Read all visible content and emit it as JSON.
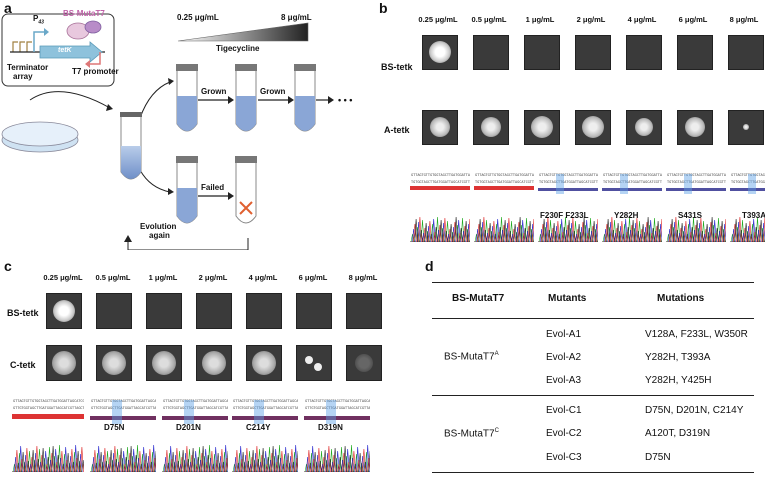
{
  "panel_a": {
    "label": "a",
    "p43": "P",
    "p43_sub": "43",
    "bs_mutat7": "BS-MutaT7",
    "tetk": "tetK",
    "terminator": "Terminator",
    "array": "array",
    "t7": "T7 promoter",
    "conc_low": "0.25 μg/mL",
    "conc_high": "8 μg/mL",
    "tigecycline": "Tigecycline",
    "grown1": "Grown",
    "grown2": "Grown",
    "failed": "Failed",
    "dots": "• • •",
    "evolution": "Evolution",
    "again": "again"
  },
  "panel_b": {
    "label": "b",
    "concentrations": [
      "0.25 μg/mL",
      "0.5 μg/mL",
      "1 μg/mL",
      "2 μg/mL",
      "4 μg/mL",
      "6 μg/mL",
      "8 μg/mL"
    ],
    "row1": "BS-tetk",
    "row2": "A-tetk",
    "mutations": [
      "",
      "",
      "F230F F233L",
      "Y282H",
      "S431S",
      "T393A"
    ]
  },
  "panel_c": {
    "label": "c",
    "concentrations": [
      "0.25 μg/mL",
      "0.5 μg/mL",
      "1 μg/mL",
      "2 μg/mL",
      "4 μg/mL",
      "6 μg/mL",
      "8 μg/mL"
    ],
    "row1": "BS-tetk",
    "row2": "C-tetk",
    "mutations": [
      "",
      "D75N",
      "D201N",
      "C214Y",
      "D319N"
    ]
  },
  "panel_d": {
    "label": "d",
    "headers": [
      "BS-MutaT7",
      "Mutants",
      "Mutations"
    ],
    "group_a": "BS-MutaT7",
    "group_a_sup": "A",
    "group_c": "BS-MutaT7",
    "group_c_sup": "C",
    "rows": [
      {
        "mutant": "Evol-A1",
        "mutations": "V128A, F233L, W350R"
      },
      {
        "mutant": "Evol-A2",
        "mutations": "Y282H, T393A"
      },
      {
        "mutant": "Evol-A3",
        "mutations": "Y282H, Y425H"
      },
      {
        "mutant": "Evol-C1",
        "mutations": "D75N, D201N, C214Y"
      },
      {
        "mutant": "Evol-C2",
        "mutations": "A120T, D319N"
      },
      {
        "mutant": "Evol-C3",
        "mutations": "D75N"
      }
    ]
  }
}
